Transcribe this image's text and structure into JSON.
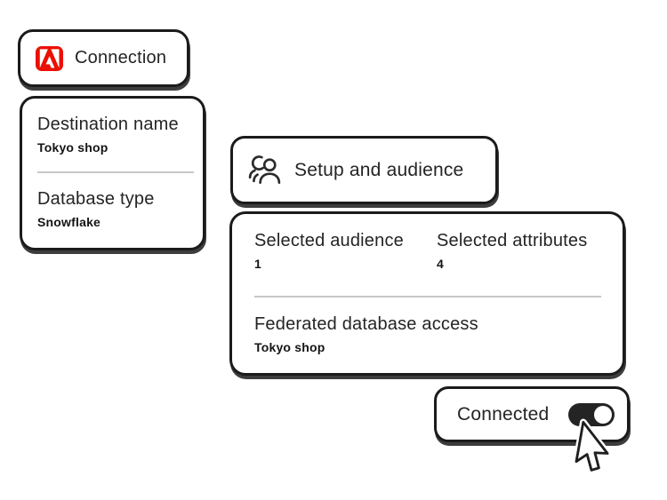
{
  "connection_card": {
    "title": "Connection"
  },
  "destination_card": {
    "fields": [
      {
        "label": "Destination name",
        "value": "Tokyo shop"
      },
      {
        "label": "Database type",
        "value": "Snowflake"
      }
    ]
  },
  "setup_card": {
    "title": "Setup and audience"
  },
  "details_card": {
    "stats": [
      {
        "label": "Selected audience",
        "value": "1"
      },
      {
        "label": "Selected attributes",
        "value": "4"
      }
    ],
    "field": {
      "label": "Federated database access",
      "value": "Tokyo shop"
    }
  },
  "connected_card": {
    "label": "Connected",
    "toggle_state": "on"
  },
  "icons": {
    "logo": "adobe-logo-icon",
    "setup": "audience-icon",
    "cursor": "mouse-cursor-icon"
  },
  "colors": {
    "adobe_red": "#EB1000",
    "ink": "#1B1B1B",
    "text": "#242424",
    "divider": "#C7C7C7",
    "toggle_track": "#242424",
    "background": "#FFFFFF"
  }
}
